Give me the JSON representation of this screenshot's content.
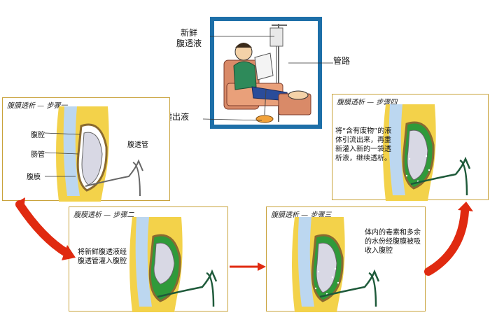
{
  "top_illustration": {
    "labels": {
      "fresh_fluid": "新鲜\n腹透液",
      "tubing": "管路",
      "drained_fluid": "透出液"
    }
  },
  "panels": [
    {
      "title": "腹膜透析  —  步骤一",
      "labels": {
        "cavity": "腹腔",
        "intestine": "肠管",
        "catheter": "腹透管",
        "peritoneum": "腹膜"
      }
    },
    {
      "title": "腹膜透析  —  步骤二",
      "note": "将新鲜腹透液经\n腹透管灌入腹腔"
    },
    {
      "title": "腹膜透析  —  步骤三",
      "note": "体内的毒素和多余\n的水份经腹膜被吸\n收入腹腔"
    },
    {
      "title": "腹膜透析  —  步骤四",
      "note": "将“含有废物”的液\n体引流出来，再重\n新灌入新的一袋透\n析液，继续透析。"
    }
  ],
  "colors": {
    "panel_border": "#c8a23a",
    "arrow_red": "#e02a10",
    "fluid_green": "#2f9a3a",
    "skin_yellow": "#f3d24a",
    "scene_bg": "#1d6fa8"
  }
}
